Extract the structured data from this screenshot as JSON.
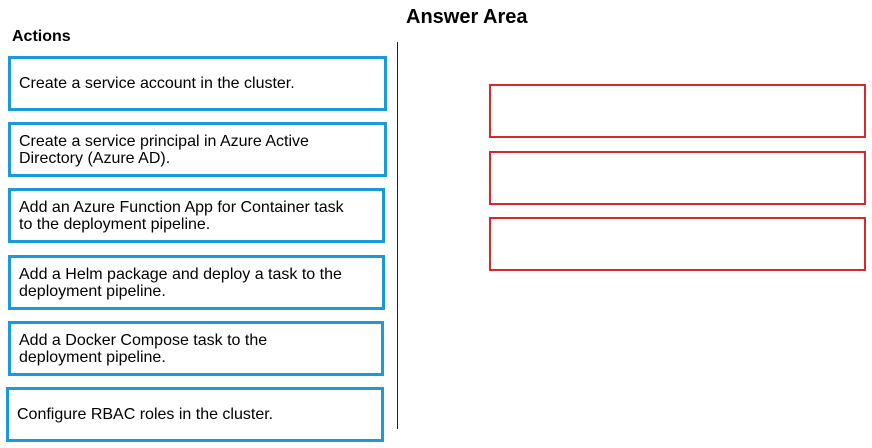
{
  "answer_area": {
    "title": "Answer Area"
  },
  "actions": {
    "title": "Actions",
    "items": [
      {
        "label": "Create a service account in the cluster."
      },
      {
        "label": "Create a service principal in Azure Active Directory (Azure AD)."
      },
      {
        "label": "Add an Azure Function App for Container task to the deployment pipeline."
      },
      {
        "label": "Add a Helm package and deploy a task to the deployment pipeline."
      },
      {
        "label": "Add a Docker Compose task to the deployment pipeline."
      },
      {
        "label": "Configure RBAC roles in the cluster."
      }
    ]
  },
  "colors": {
    "action_border": "#1a9ad6",
    "target_border": "#d42a2f"
  }
}
